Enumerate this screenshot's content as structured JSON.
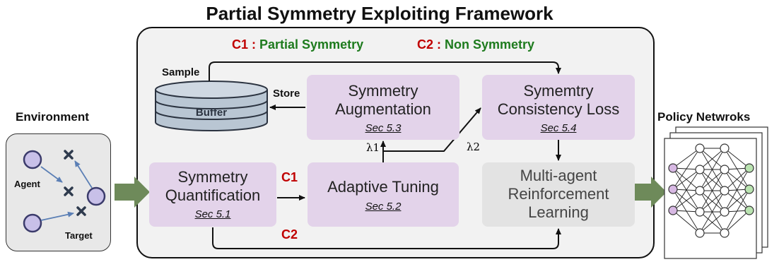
{
  "title": "Partial Symmetry Exploiting Framework",
  "conditions": {
    "c1_prefix": "C1 : ",
    "c1_text": "Partial Symmetry",
    "c2_prefix": "C2 : ",
    "c2_text": "Non Symmetry"
  },
  "environment": {
    "label": "Environment",
    "agent_label": "Agent",
    "target_label": "Target"
  },
  "policy": {
    "label": "Policy Netwroks"
  },
  "buffer": {
    "label": "Buffer",
    "sample_label": "Sample",
    "store_label": "Store"
  },
  "modules": {
    "symmetry_augmentation": {
      "line1": "Symmetry",
      "line2": "Augmentation",
      "sec": "Sec 5.3"
    },
    "symmetry_consistency": {
      "line1": "Symemtry",
      "line2": "Consistency Loss",
      "sec": "Sec 5.4"
    },
    "symmetry_quantification": {
      "line1": "Symmetry",
      "line2": "Quantification",
      "sec": "Sec 5.1"
    },
    "adaptive_tuning": {
      "line1": "Adaptive Tuning",
      "sec": "Sec 5.2"
    },
    "marl": {
      "line1": "Multi-agent",
      "line2": "Reinforcement",
      "line3": "Learning"
    }
  },
  "edge_labels": {
    "c1": "C1",
    "c2": "C2",
    "lambda1": "λ1",
    "lambda2": "λ2"
  },
  "colors": {
    "module_fill": "#e3d3ea",
    "marl_fill": "#e3e3e3",
    "frame_fill": "#f2f2f2",
    "c_red": "#c00000",
    "c_green": "#1e7b1e",
    "big_arrow": "#6e8a5a",
    "buffer_fill": "#b9c6d3"
  }
}
